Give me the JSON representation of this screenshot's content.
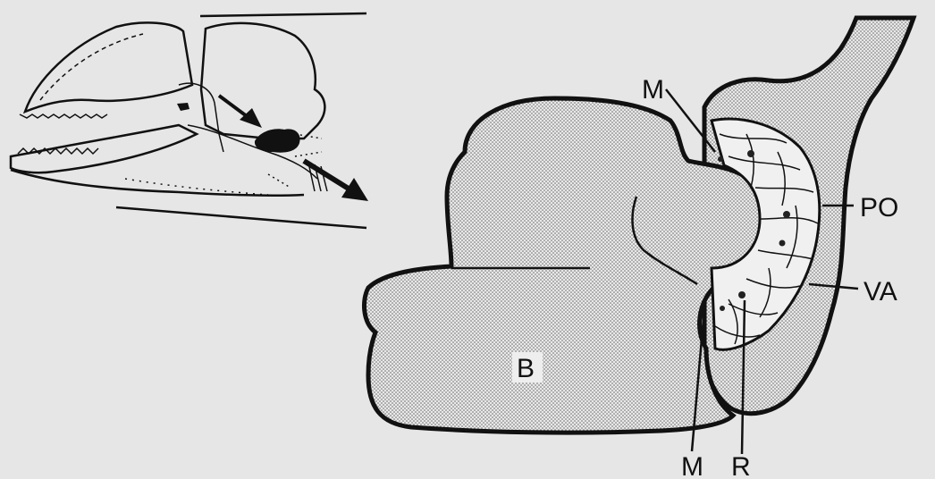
{
  "labels": {
    "m_top": "M",
    "po": "PO",
    "va": "VA",
    "b": "B",
    "m_bottom": "M",
    "r": "R"
  }
}
